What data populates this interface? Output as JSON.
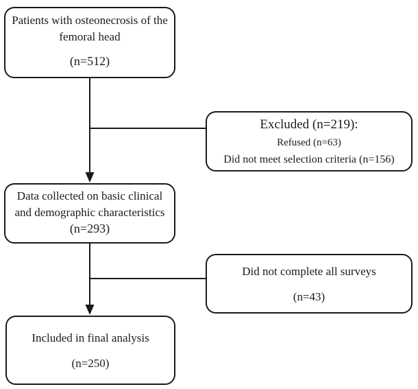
{
  "boxes": {
    "patients": {
      "line1": "Patients with osteonecrosis of the",
      "line2": "femoral head",
      "count": "(n=512)"
    },
    "excluded": {
      "heading": "Excluded (n=219):",
      "reason1": "Refused (n=63)",
      "reason2": "Did not meet selection criteria (n=156)"
    },
    "collected": {
      "line1": "Data collected on basic clinical",
      "line2": "and demographic characteristics",
      "count": "(n=293)"
    },
    "surveys": {
      "line1": "Did not complete all surveys",
      "count": "(n=43)"
    },
    "final": {
      "line1": "Included in final analysis",
      "count": "(n=250)"
    }
  },
  "colors": {
    "line": "#1a1a1a",
    "border": "#1a1a1a",
    "text": "#1b1b1b",
    "background": "#ffffff"
  }
}
